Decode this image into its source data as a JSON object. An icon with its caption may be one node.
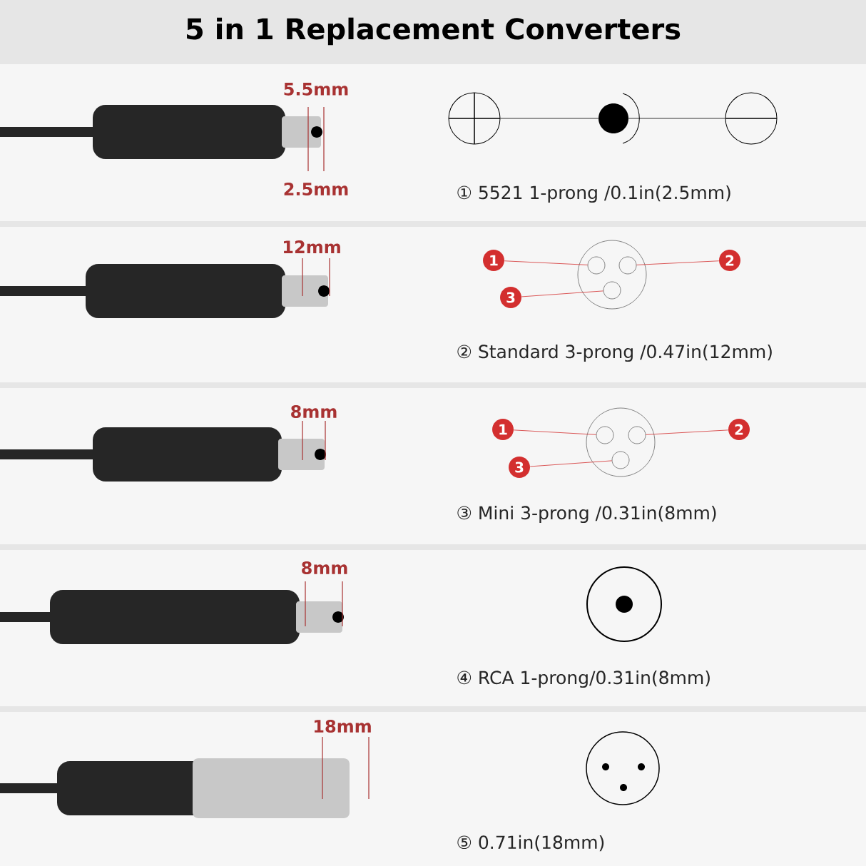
{
  "diagram": {
    "title": "5 in 1 Replacement Converters",
    "nodes": [
      {
        "text": [],
        "shape": "circle"
      },
      {
        "text": [],
        "shape": "circle",
        "in": 0
      },
      {
        "text": [],
        "shape": "circle",
        "in": 0
      },
      {
        "text": [],
        "shape": "circle",
        "in": 0
      },
      {
        "text": [
          "1"
        ]
      },
      {
        "text": [
          "2"
        ]
      },
      {
        "text": [
          "3"
        ]
      },
      {
        "text": [],
        "shape": "circle"
      },
      {
        "text": [],
        "shape": "circle",
        "in": 7
      },
      {
        "text": [],
        "shape": "circle",
        "in": 7
      },
      {
        "text": [],
        "shape": "circle",
        "in": 7
      },
      {
        "text": [
          "1"
        ]
      },
      {
        "text": [
          "2"
        ]
      },
      {
        "text": [
          "3"
        ]
      },
      {
        "text": [],
        "shape": "circle"
      },
      {
        "text": [],
        "shape": "circle"
      },
      {
        "text": [],
        "shape": "circle"
      }
    ],
    "edges": [
      {
        "from": 4,
        "to": 1,
        "arrow": "none"
      },
      {
        "from": 5,
        "to": 2,
        "arrow": "none"
      },
      {
        "from": 6,
        "to": 3,
        "arrow": "none"
      },
      {
        "from": 11,
        "to": 8,
        "arrow": "none"
      },
      {
        "from": 12,
        "to": 9,
        "arrow": "none"
      },
      {
        "from": 13,
        "to": 10,
        "arrow": "none"
      },
      {
        "from": 14,
        "to": 15,
        "arrow": "none",
        "color": "#000000"
      },
      {
        "from": 15,
        "to": 16,
        "arrow": "none",
        "color": "#000000"
      }
    ],
    "labels": [
      "5.5mm",
      "2.5mm",
      "① 5521 1-prong /0.1in(2.5mm)",
      "12mm",
      "② Standard 3-prong /0.47in(12mm)",
      "8mm",
      "③ Mini 3-prong /0.31in(8mm)",
      "8mm",
      "④ RCA 1-prong/0.31in(8mm)",
      "18mm",
      "⑤ 0.71in(18mm)"
    ]
  }
}
